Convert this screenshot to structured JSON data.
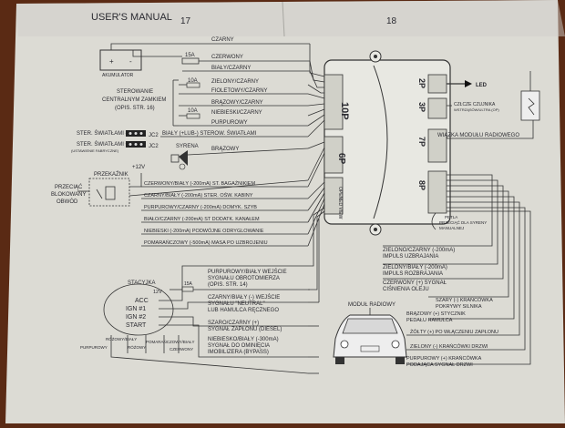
{
  "header": {
    "manual_text": "USER'S MANUAL",
    "page_left": "17",
    "page_right": "18"
  },
  "battery": {
    "label": "AKUMULATOR",
    "plus": "+",
    "minus": "-"
  },
  "fuses": {
    "f15": "15A",
    "f10a": "10A",
    "f10b": "10A"
  },
  "wires_top": {
    "czarny": "CZARNY",
    "czerwony": "CZERWONY",
    "bialy_czarny": "BIAŁY/CZARNY",
    "zielony_czarny": "ZIELONY/CZARNY",
    "fioletowy_czarny": "FIOLETOWY/CZARNY",
    "brazowy_czarny": "BRĄZOWY/CZARNY",
    "niebieski_czarny": "NIEBIESKI/CZARNY",
    "purpurowy": "PURPUROWY",
    "bialy_sterow": "BIAŁY (+LUB-) STEROW. ŚWIATŁAMI"
  },
  "central_lock": {
    "line1": "STEROWANIE",
    "line2": "CENTRALNYM ZAMKIEM",
    "line3": "(OPIS. STR. 16)"
  },
  "lights": {
    "minus": "STER. ŚWIATŁAMI -",
    "plus": "STER. ŚWIATŁAMI +",
    "note": "(USTAWIENIE FABRYCZNE)",
    "jc2a": "JC2",
    "jc2b": "JC2"
  },
  "siren": {
    "label": "SYRENA",
    "wire": "BRĄZOWY"
  },
  "relay": {
    "plus12": "+12V",
    "title": "PRZEKAŹNIK",
    "cut1": "PRZECIĄĆ",
    "cut2": "BLOKOWANY",
    "cut3": "OBWÓD"
  },
  "wires_mid": {
    "czerwony_bagaznik": "CZERWONY/BIAŁY (-200mA) ST. BAGAŻNIKIEM",
    "czarny_kabina": "CZARNY/BIAŁY (-200mA) STER. OŚW. KABINY",
    "purpurowy_szyb": "PURPUROWY/CZARNY (-200mA) DOMYK. SZYB",
    "bialy_kanal": "BIAŁO/CZARNY (-200mA) ST DODATK. KANAŁEM",
    "niebieski_podwojne": "NIEBIESKI (-200mA) PODWÓJNE ODRYGLOWANIE",
    "pomaranczowy": "POMARAŃCZOWY (-500mA) MASA PO UZBROJENIU"
  },
  "module": {
    "p10": "10P",
    "p6": "6P",
    "p2": "2P",
    "p3": "3P",
    "p7": "7P",
    "p8": "8P",
    "side": "OPENED VIEW"
  },
  "right": {
    "led": "LED",
    "sensor1": "CZŁCZE CZUJNIKA",
    "sensor2": "WSTRZĄSÓW/ULTRA (OP)",
    "radio_harness": "WIĄZKA MODUŁU RADIOWEGO",
    "petla1": "PĘTLA",
    "petla2": "PRZECIĄĆ DLA SYRENY",
    "petla3": "MANUALNEJ"
  },
  "wires_right": {
    "zielony_impuls1": "ZIELONO/CZARNY (-200mA)",
    "zielony_impuls2": "IMPULS UZBRAJANIA",
    "zielony_bialy1": "ZIELONY/BIAŁY (-200mA)",
    "zielony_bialy2": "IMPULS ROZBRAJANIA",
    "czerwony_olej1": "CZERWONY (+) SYGNAŁ",
    "czerwony_olej2": "CIŚNIENIA OLEJU",
    "szary1": "SZARY (-) KRAŃCÓWKA",
    "szary2": "POKRYWY SILNIKA",
    "brazowy1": "BRĄZOWY (+) STYCZNIK",
    "brazowy2": "PEDAŁU HAMULCA",
    "zolty": "ŻÓŁTY (+) PO WŁĄCZENIU ZAPŁONU",
    "zielony_drzwi": "ZIELONY (-) KRAŃCÓWKI DRZWI",
    "purpurowy1": "PURPUROWY (+) KRAŃCÓWKA",
    "purpurowy2": "PODAJĄCA SYGNAŁ DRZWI"
  },
  "radio": {
    "label": "MODUŁ RADIOWY"
  },
  "ignition": {
    "title": "STACYJKA",
    "v12": "12V",
    "acc": "ACC",
    "ign1": "IGN #1",
    "ign2": "IGN #2",
    "start": "START",
    "fuse": "15A"
  },
  "wires_bottom": {
    "purpurowy_obrot1": "PURPUROWY/BIAŁY WEJŚCIE",
    "purpurowy_obrot2": "SYGNAŁU OBROTOMIERZA",
    "purpurowy_obrot3": "(OPIS. STR. 14)",
    "czarny_neutral1": "CZARNY/BIAŁY (-) WEJŚCIE",
    "czarny_neutral2": "SYGNAŁU \"NEUTRAL\"",
    "czarny_neutral3": "LUB HAMULCA RĘCZNEGO",
    "szary_diesel1": "SZARO/CZARNY (+)",
    "szary_diesel2": "SYGNAŁ ZAPŁONU (DIESEL)",
    "niebieski_bypass1": "NIEBIESKO/BIAŁY (-300mA)",
    "niebieski_bypass2": "SYGNAŁ DO OMINIĘCIA",
    "niebieski_bypass3": "IMOBILIZERA (BYPASS)"
  },
  "ign_wires": {
    "purpurowy": "PURPUROWY",
    "rozowy_bialy": "RÓŻOWY/BIAŁY",
    "rozowy": "RÓŻOWY",
    "pomaranczowy_bialy": "POMARAŃCZOWY/BIAŁY",
    "czerwony": "CZERWONY"
  }
}
